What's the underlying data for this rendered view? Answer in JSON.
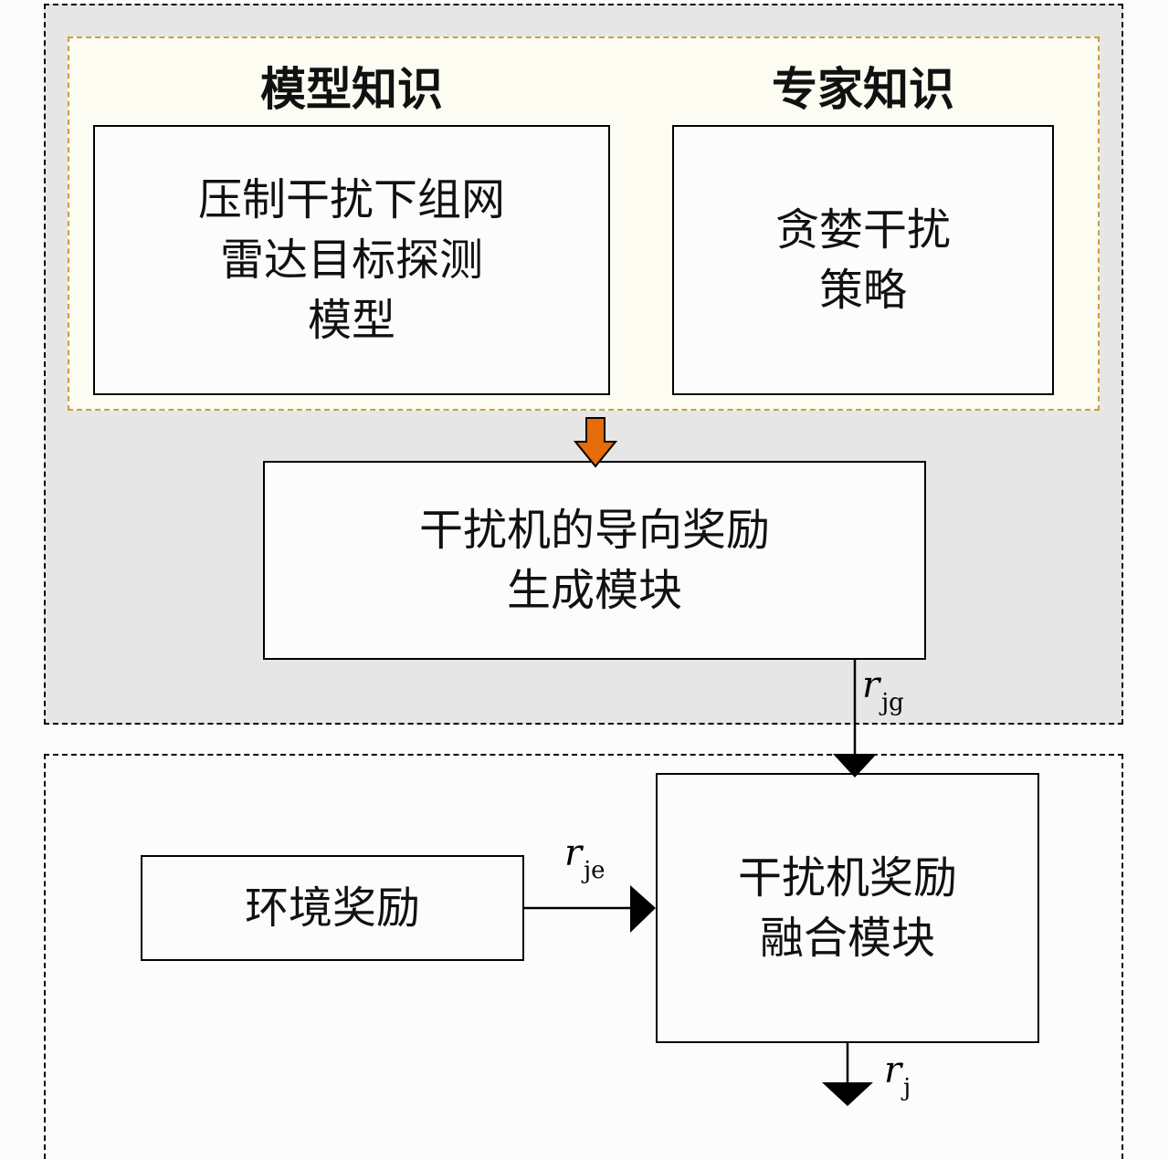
{
  "knowledge": {
    "model_heading": "模型知识",
    "expert_heading": "专家知识"
  },
  "boxes": {
    "detection_model": "压制干扰下组网\n雷达目标探测\n模型",
    "greedy_strategy": "贪婪干扰\n策略",
    "guided_reward": "干扰机的导向奖励\n生成模块",
    "env_reward": "环境奖励",
    "fusion": "干扰机奖励\n融合模块"
  },
  "signals": {
    "r_jg": {
      "symbol": "r",
      "sub": "jg"
    },
    "r_je": {
      "symbol": "r",
      "sub": "je"
    },
    "r_j": {
      "symbol": "r",
      "sub": "j"
    }
  },
  "colors": {
    "knowledge_arrow": "#e46c0a",
    "grey_region": "#e6e6e6",
    "knowledge_border": "#c8a040"
  }
}
